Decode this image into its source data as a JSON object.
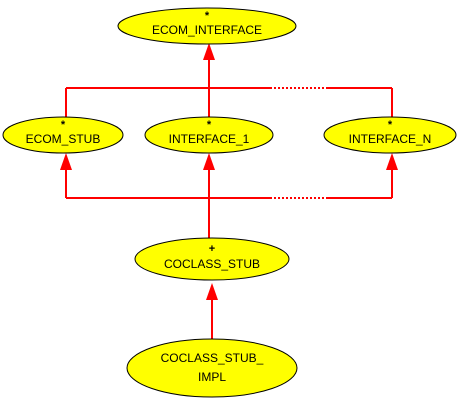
{
  "colors": {
    "node_fill": "#ffff00",
    "node_stroke": "#000000",
    "edge": "#ff0000",
    "background": "#ffffff"
  },
  "nodes": {
    "ecom_interface": {
      "marker": "*",
      "label": "ECOM_INTERFACE"
    },
    "ecom_stub": {
      "marker": "*",
      "label": "ECOM_STUB"
    },
    "interface_1": {
      "marker": "*",
      "label": "INTERFACE_1"
    },
    "interface_n": {
      "marker": "*",
      "label": "INTERFACE_N"
    },
    "coclass_stub": {
      "marker": "+",
      "label": "COCLASS_STUB"
    },
    "coclass_stub_impl": {
      "label_line1": "COCLASS_STUB_",
      "label_line2": "IMPL"
    }
  },
  "edges": [
    {
      "from": "ecom_stub",
      "to": "ecom_interface"
    },
    {
      "from": "interface_1",
      "to": "ecom_interface"
    },
    {
      "from": "interface_n",
      "to": "ecom_interface"
    },
    {
      "from": "coclass_stub",
      "to": "ecom_stub"
    },
    {
      "from": "coclass_stub",
      "to": "interface_1"
    },
    {
      "from": "coclass_stub",
      "to": "interface_n"
    },
    {
      "from": "coclass_stub_impl",
      "to": "coclass_stub"
    }
  ]
}
